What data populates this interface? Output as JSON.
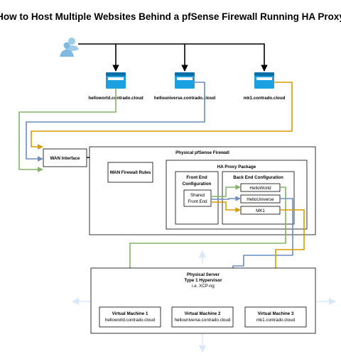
{
  "title": "How to Host Multiple Websites Behind a pfSense Firewall Running HA Proxy",
  "internet_icon": "users-icon",
  "sites": [
    {
      "label": "helloworld.contrado.cloud"
    },
    {
      "label": "hellouniverse.contrado.cloud"
    },
    {
      "label": "mk1.contrado.cloud"
    }
  ],
  "wan_interface": "WAN Interface",
  "firewall": {
    "title": "Physical pfSense Firewall",
    "wan_rules": "WAN Firewall Rules",
    "haproxy": {
      "title": "HA Proxy Package",
      "frontend_title": "Front End",
      "frontend_title2": "Configuration",
      "shared_frontend": "Shared",
      "shared_frontend2": "Front End",
      "backend_title": "Back End Configuration",
      "backends": [
        "HelloWorld",
        "HelloUniverse",
        "MK1"
      ]
    }
  },
  "server": {
    "line1": "Physical Server",
    "line2": "Type 1 Hypervisor",
    "line3": "i.e. XCP-ng"
  },
  "vms": [
    {
      "name": "Virtual Machine 1",
      "host": "helloworld.contrado.cloud"
    },
    {
      "name": "Virtual Machine 2",
      "host": "hellouniverse.contrado.cloud"
    },
    {
      "name": "Virtual Machine 3",
      "host": "mk1.contrado.cloud"
    }
  ],
  "colors": {
    "green": "#82b366",
    "blue": "#6c8ebf",
    "orange": "#d79b00",
    "browser_blue": "#1ba1e2",
    "guide_blue": "#dae8fc"
  }
}
